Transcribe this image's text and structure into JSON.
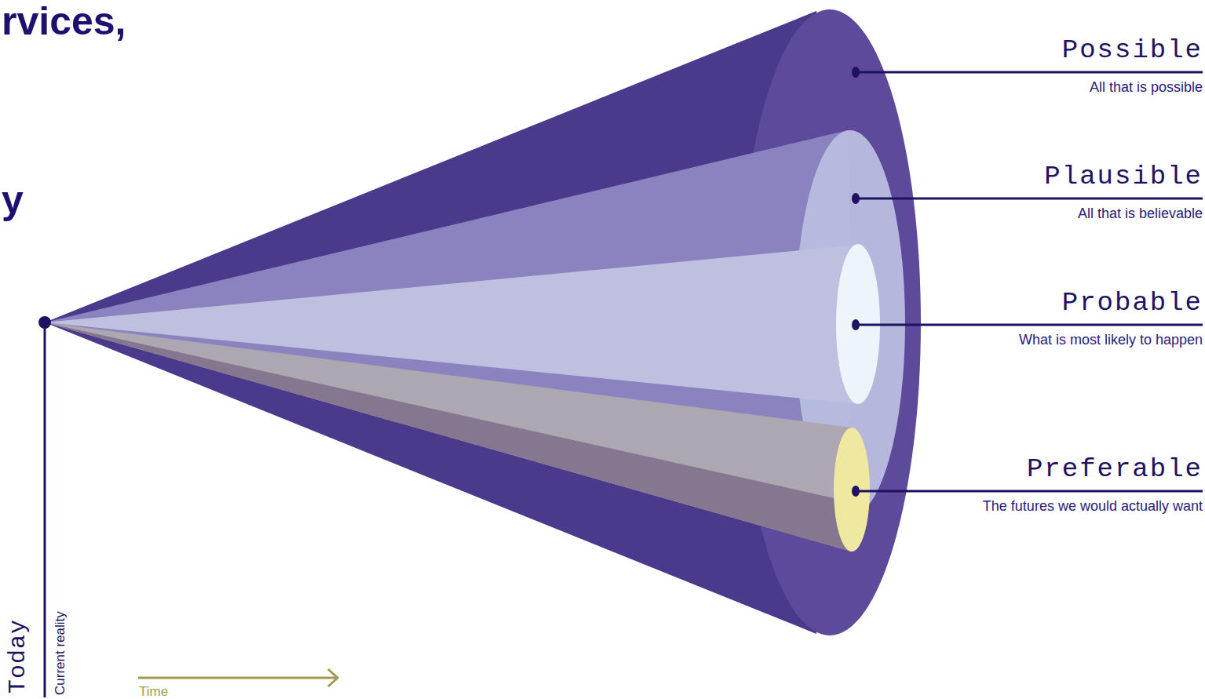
{
  "diagram": {
    "labels": [
      "rvices,",
      "y",
      "Possible",
      "All that is possible",
      "Plausible",
      "All that is believable",
      "Probable",
      "What is most likely to happen",
      "Preferable",
      "The futures we would actually want",
      "Today",
      "Current reality",
      "Time"
    ]
  }
}
